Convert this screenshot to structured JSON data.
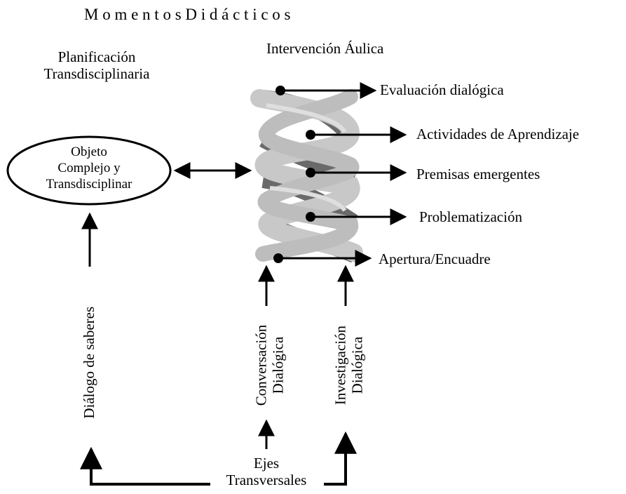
{
  "title": "M o m e n t o s   D i d á c t i c o s",
  "left_heading": {
    "line1": "Planificación",
    "line2": "Transdisciplinaria"
  },
  "center_heading": "Intervención Áulica",
  "ellipse": {
    "line1": "Objeto",
    "line2": "Complejo y",
    "line3": "Transdisciplinar"
  },
  "helix_moments": [
    "Evaluación dialógica",
    "Actividades de Aprendizaje",
    "Premisas emergentes",
    "Problematización",
    "Apertura/Encuadre"
  ],
  "vertical_labels": {
    "dialogo": "Diálogo de saberes",
    "conversacion": {
      "line1": "Conversación",
      "line2": "Dialógica"
    },
    "investigacion": {
      "line1": "Investigación",
      "line2": "Dialógica"
    }
  },
  "bottom_label": {
    "line1": "Ejes",
    "line2": "Transversales"
  },
  "colors": {
    "helix_light": "#c8c8c8",
    "helix_dark": "#6a6a6a",
    "ink": "#000000"
  }
}
